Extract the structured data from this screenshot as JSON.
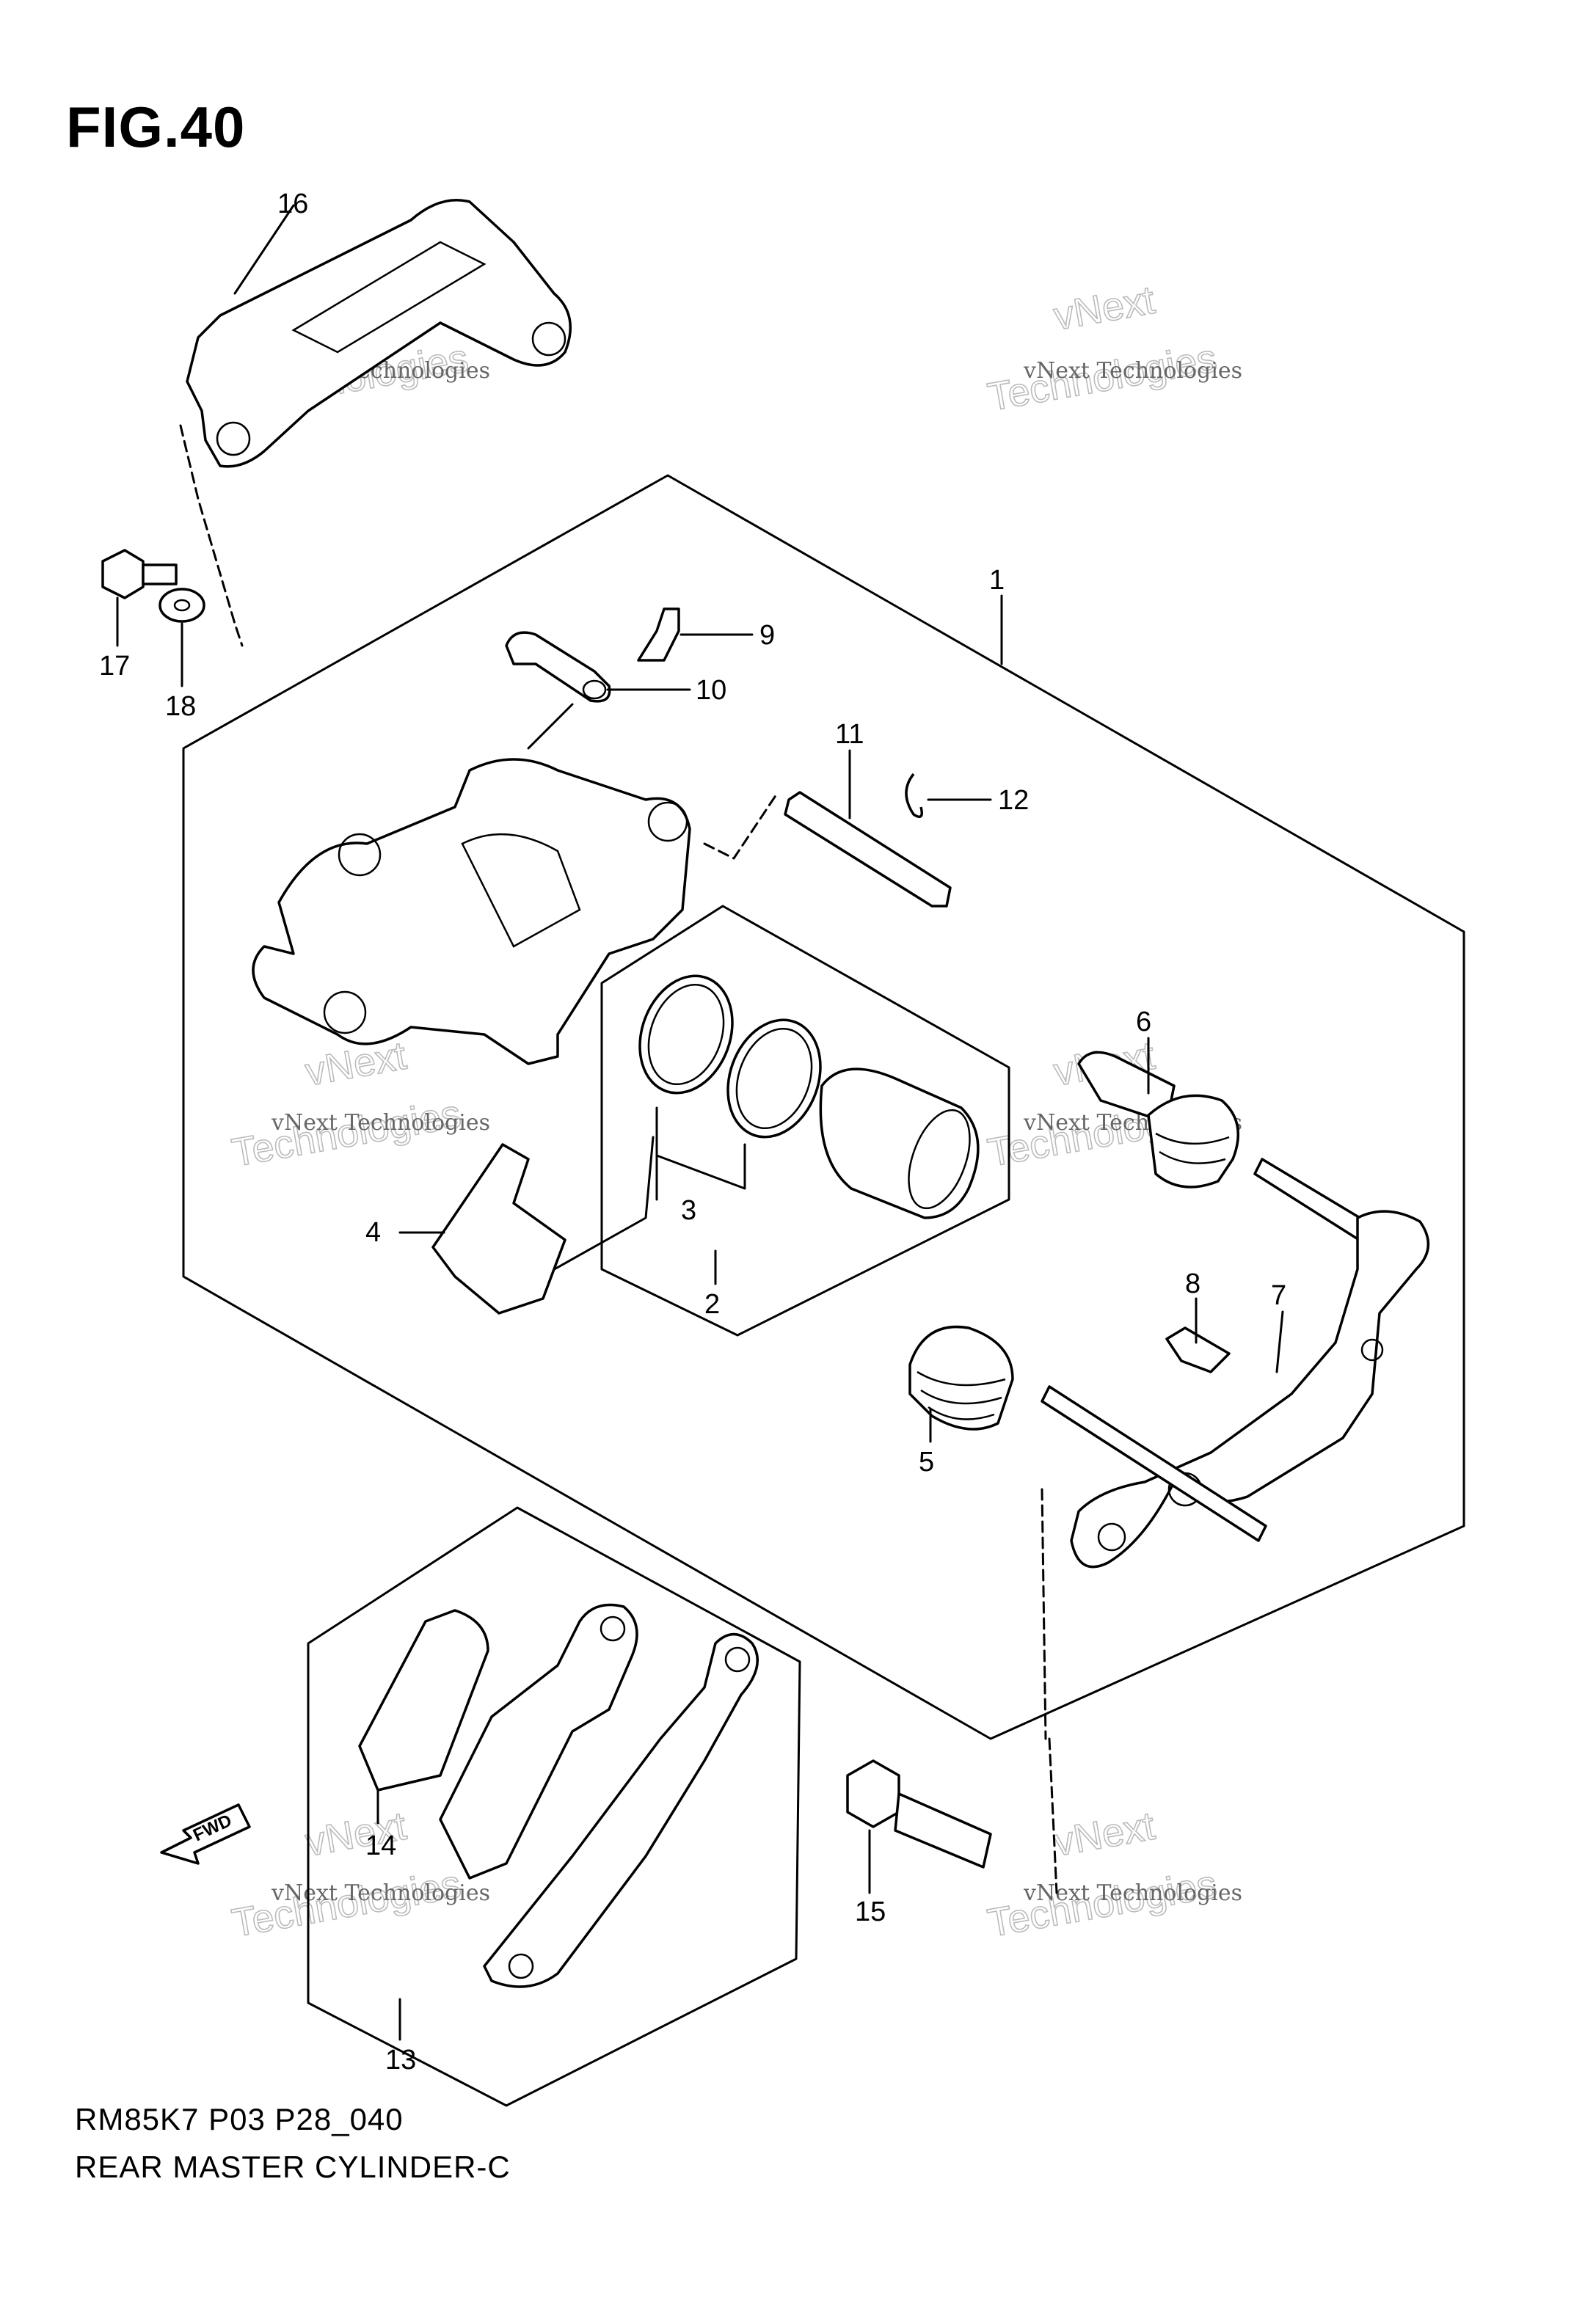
{
  "header": {
    "figure": "FIG.40"
  },
  "footer": {
    "code": "RM85K7 P03 P28_040",
    "name": "REAR MASTER CYLINDER-C"
  },
  "direction_arrow": {
    "label": "FWD"
  },
  "watermark": {
    "line1": "vNext Technologies",
    "line2": "vNext",
    "line3": "Technologies"
  },
  "callouts": [
    "1",
    "2",
    "3",
    "4",
    "5",
    "6",
    "7",
    "8",
    "9",
    "10",
    "11",
    "12",
    "13",
    "14",
    "15",
    "16",
    "17",
    "18"
  ]
}
